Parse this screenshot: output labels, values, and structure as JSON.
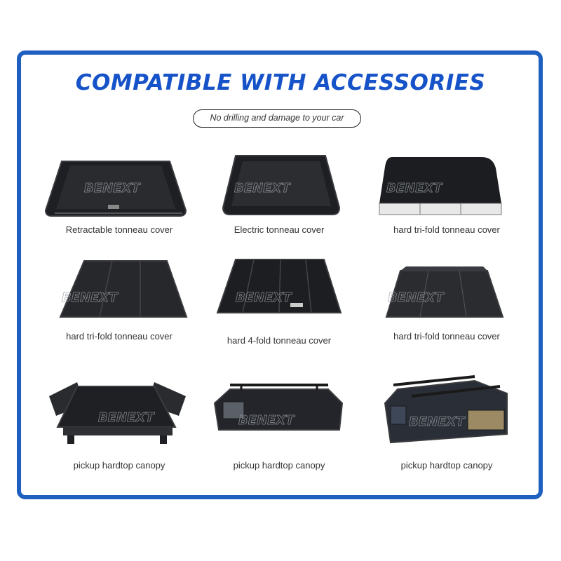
{
  "header": {
    "title": "COMPATIBLE WITH ACCESSORIES",
    "subtitle": "No drilling and damage to your car"
  },
  "brand_watermark": "BENEXT",
  "colors": {
    "frame": "#1f5fbf",
    "title": "#1652c8"
  },
  "products": [
    {
      "label": "Retractable tonneau cover",
      "icon": "retractable-cover-icon"
    },
    {
      "label": "Electric tonneau cover",
      "icon": "electric-cover-icon"
    },
    {
      "label": "hard tri-fold tonneau cover",
      "icon": "trifold-cover-icon"
    },
    {
      "label": "hard tri-fold tonneau cover",
      "icon": "trifold-cover-icon"
    },
    {
      "label": "hard 4-fold tonneau cover",
      "icon": "fourfold-cover-icon"
    },
    {
      "label": "hard tri-fold tonneau cover",
      "icon": "trifold-cover-icon"
    },
    {
      "label": "pickup hardtop canopy",
      "icon": "canopy-icon"
    },
    {
      "label": "pickup hardtop canopy",
      "icon": "canopy-icon"
    },
    {
      "label": "pickup hardtop canopy",
      "icon": "canopy-icon"
    }
  ]
}
